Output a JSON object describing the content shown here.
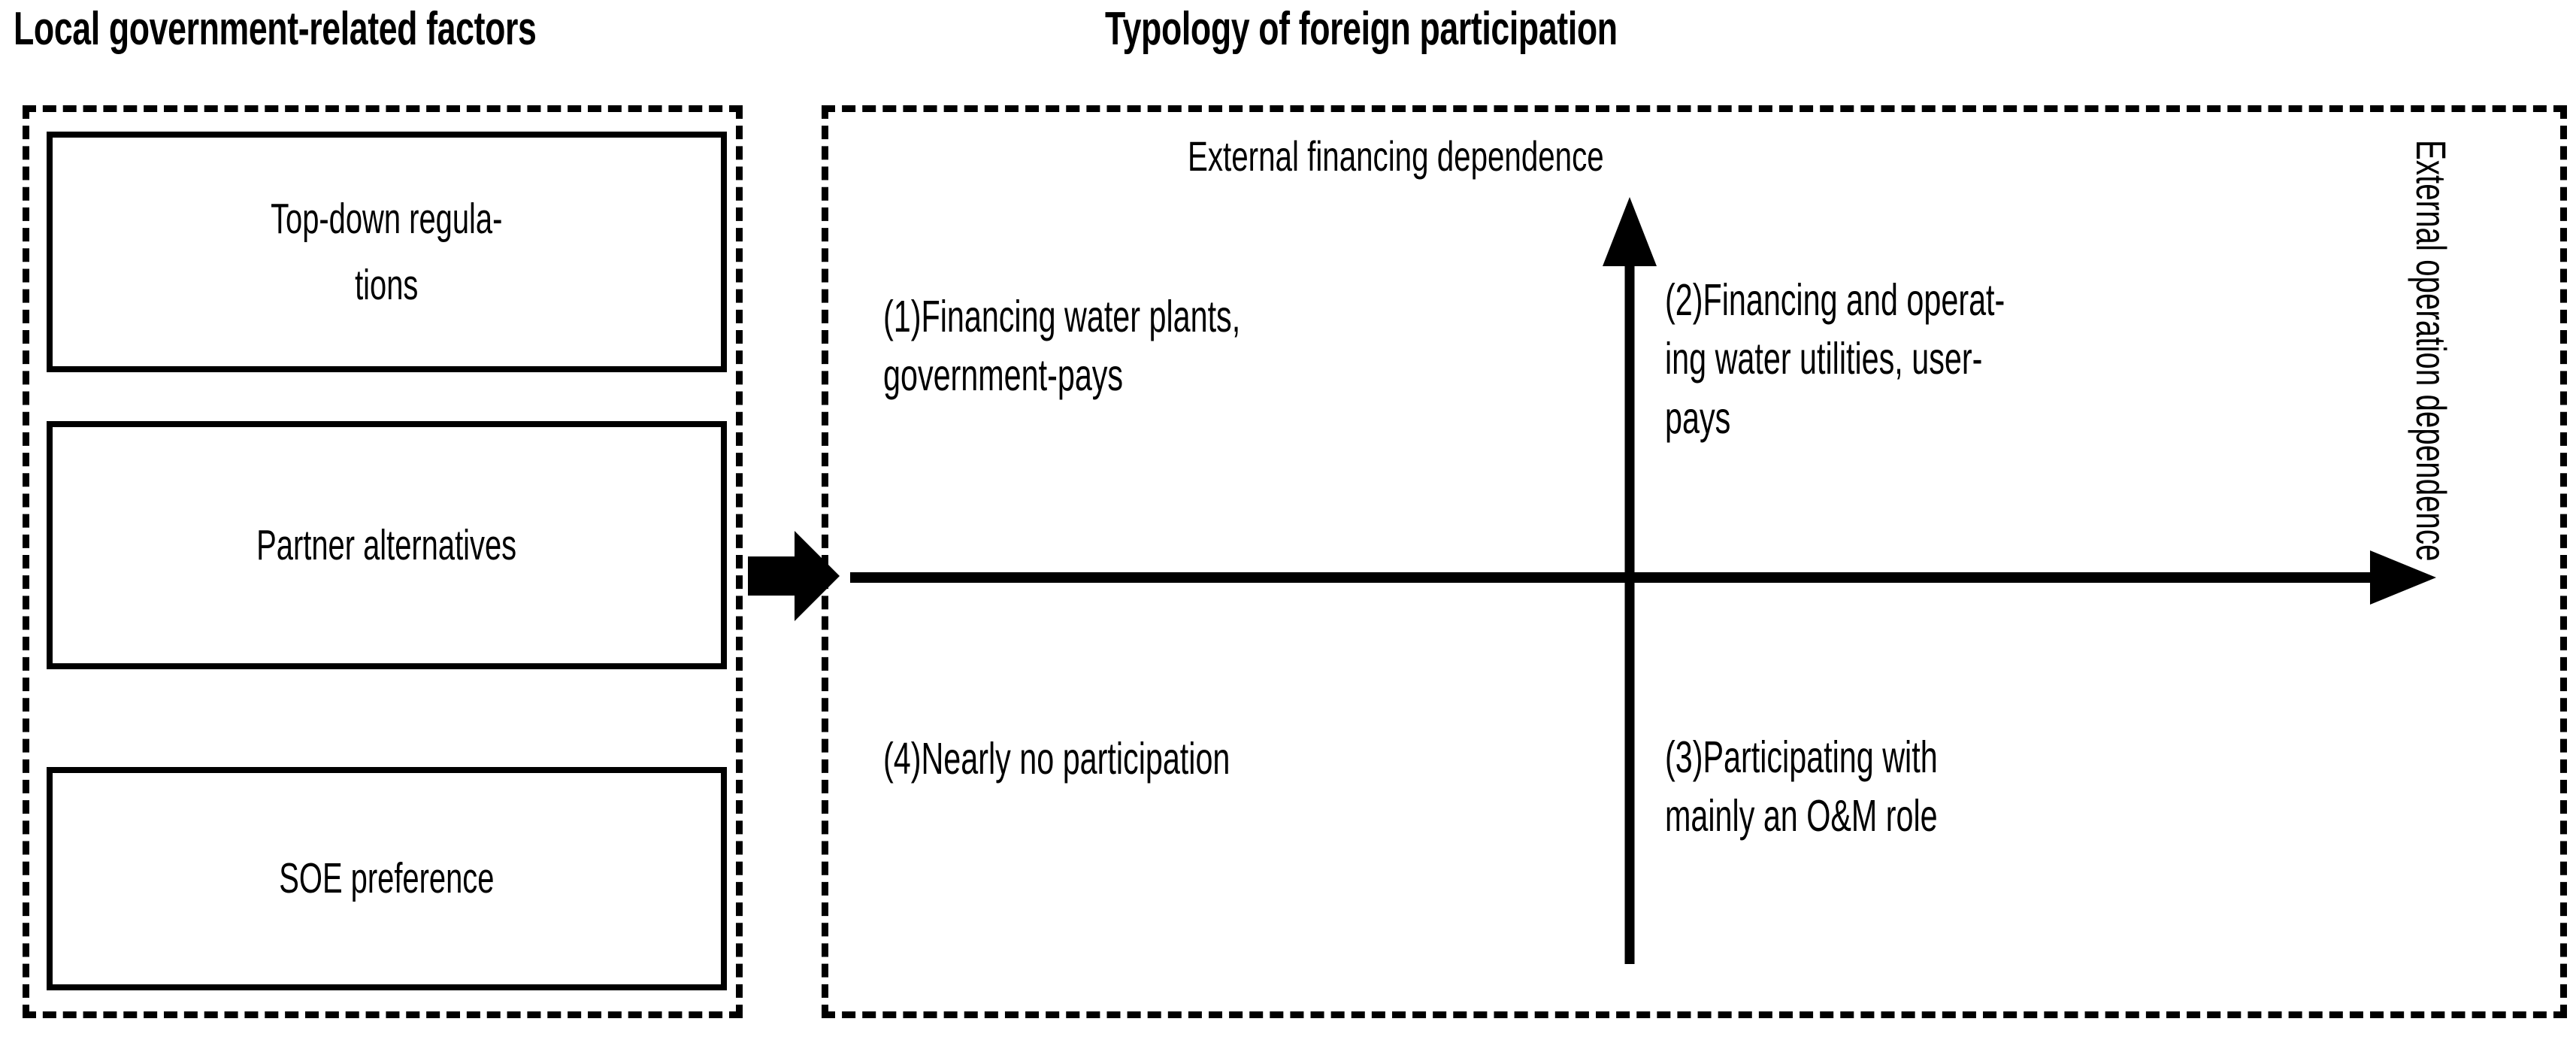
{
  "headings": {
    "left": "Local government-related factors",
    "right": "Typology of foreign participation"
  },
  "left_panel": {
    "name": "local-government-related-factors",
    "boxes": [
      {
        "label": "Top-down regula-\ntions"
      },
      {
        "label": "Partner alternatives"
      },
      {
        "label": "SOE preference"
      }
    ]
  },
  "connector": {
    "icon": "right-arrow-icon"
  },
  "right_panel": {
    "name": "typology-of-foreign-participation",
    "axes": {
      "vertical_label": "External financing dependence",
      "horizontal_label": "External operation dependence",
      "vertical_arrow_icon": "up-arrow-icon",
      "horizontal_arrow_icon": "right-arrow-icon"
    },
    "quadrants": [
      {
        "id": "q1",
        "text": "(1)Financing water plants,\ngovernment-pays"
      },
      {
        "id": "q2",
        "text": "(2)Financing and operat-\ning water utilities, user-\npays"
      },
      {
        "id": "q3",
        "text": "(3)Participating with\nmainly an O&M role"
      },
      {
        "id": "q4",
        "text": "(4)Nearly no participation"
      }
    ]
  },
  "colors": {
    "ink": "#000000",
    "background": "#ffffff"
  }
}
